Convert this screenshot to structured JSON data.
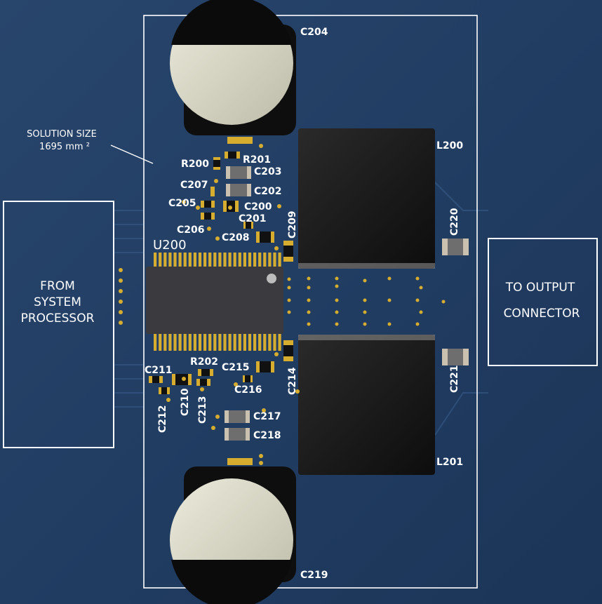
{
  "annotations": {
    "solution_size_line1": "SOLUTION SIZE",
    "solution_size_line2": "1695 mm ²",
    "from_line1": "FROM",
    "from_line2": "SYSTEM",
    "from_line3": "PROCESSOR",
    "to_line1": "TO OUTPUT",
    "to_line2": "CONNECTOR"
  },
  "refdes": {
    "c204": "C204",
    "c219": "C219",
    "l200": "L200",
    "l201": "L201",
    "u200": "U200",
    "r200": "R200",
    "r201": "R201",
    "r202": "R202",
    "c200": "C200",
    "c201": "C201",
    "c202": "C202",
    "c203": "C203",
    "c205": "C205",
    "c206": "C206",
    "c207": "C207",
    "c208": "C208",
    "c209": "C209",
    "c210": "C210",
    "c211": "C211",
    "c212": "C212",
    "c213": "C213",
    "c214": "C214",
    "c215": "C215",
    "c216": "C216",
    "c217": "C217",
    "c218": "C218",
    "c220": "C220",
    "c221": "C221"
  },
  "colors": {
    "board": "#1f3a5f",
    "silkscreen": "#ffffff",
    "pad_gold": "#d6ad2f",
    "component_black": "#111111",
    "electrolytic_cap": "#dcdcc8",
    "inductor": "#171717",
    "ceramic_cap": "#c9c0b0"
  }
}
